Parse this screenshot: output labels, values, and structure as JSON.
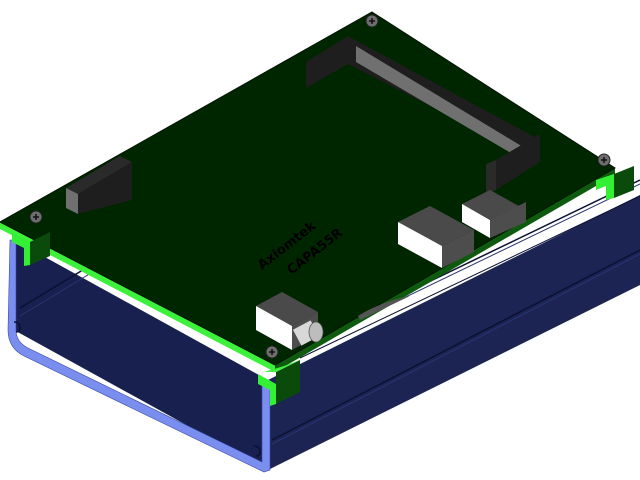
{
  "scene": {
    "type": "3d-cad-isometric-render",
    "subject": "PCB board mounted in extruded enclosure",
    "background": "#ffffff"
  },
  "board": {
    "silkscreen_line1": "Axiomtek",
    "silkscreen_line2": "CAPA55R",
    "colors": {
      "pcb_top": "#002600",
      "pcb_edge": "#1a9a1a",
      "pcb_edge_highlight": "#3cf03c"
    }
  },
  "enclosure": {
    "colors": {
      "inside": "#17204e",
      "outside": "#1b2453",
      "profile_cut": "#7a8ef0",
      "groove": "#0c1133"
    }
  },
  "clips": {
    "colors": {
      "light": "#34f034",
      "dark": "#0a4a0a"
    }
  },
  "components": {
    "colors": {
      "connector_dark": "#1e1e1e",
      "connector_light": "#707070",
      "port_top": "#4a4a4a",
      "port_front": "#ffffff",
      "port_side": "#4d4d4d",
      "screw": "#6e6e6e"
    }
  }
}
